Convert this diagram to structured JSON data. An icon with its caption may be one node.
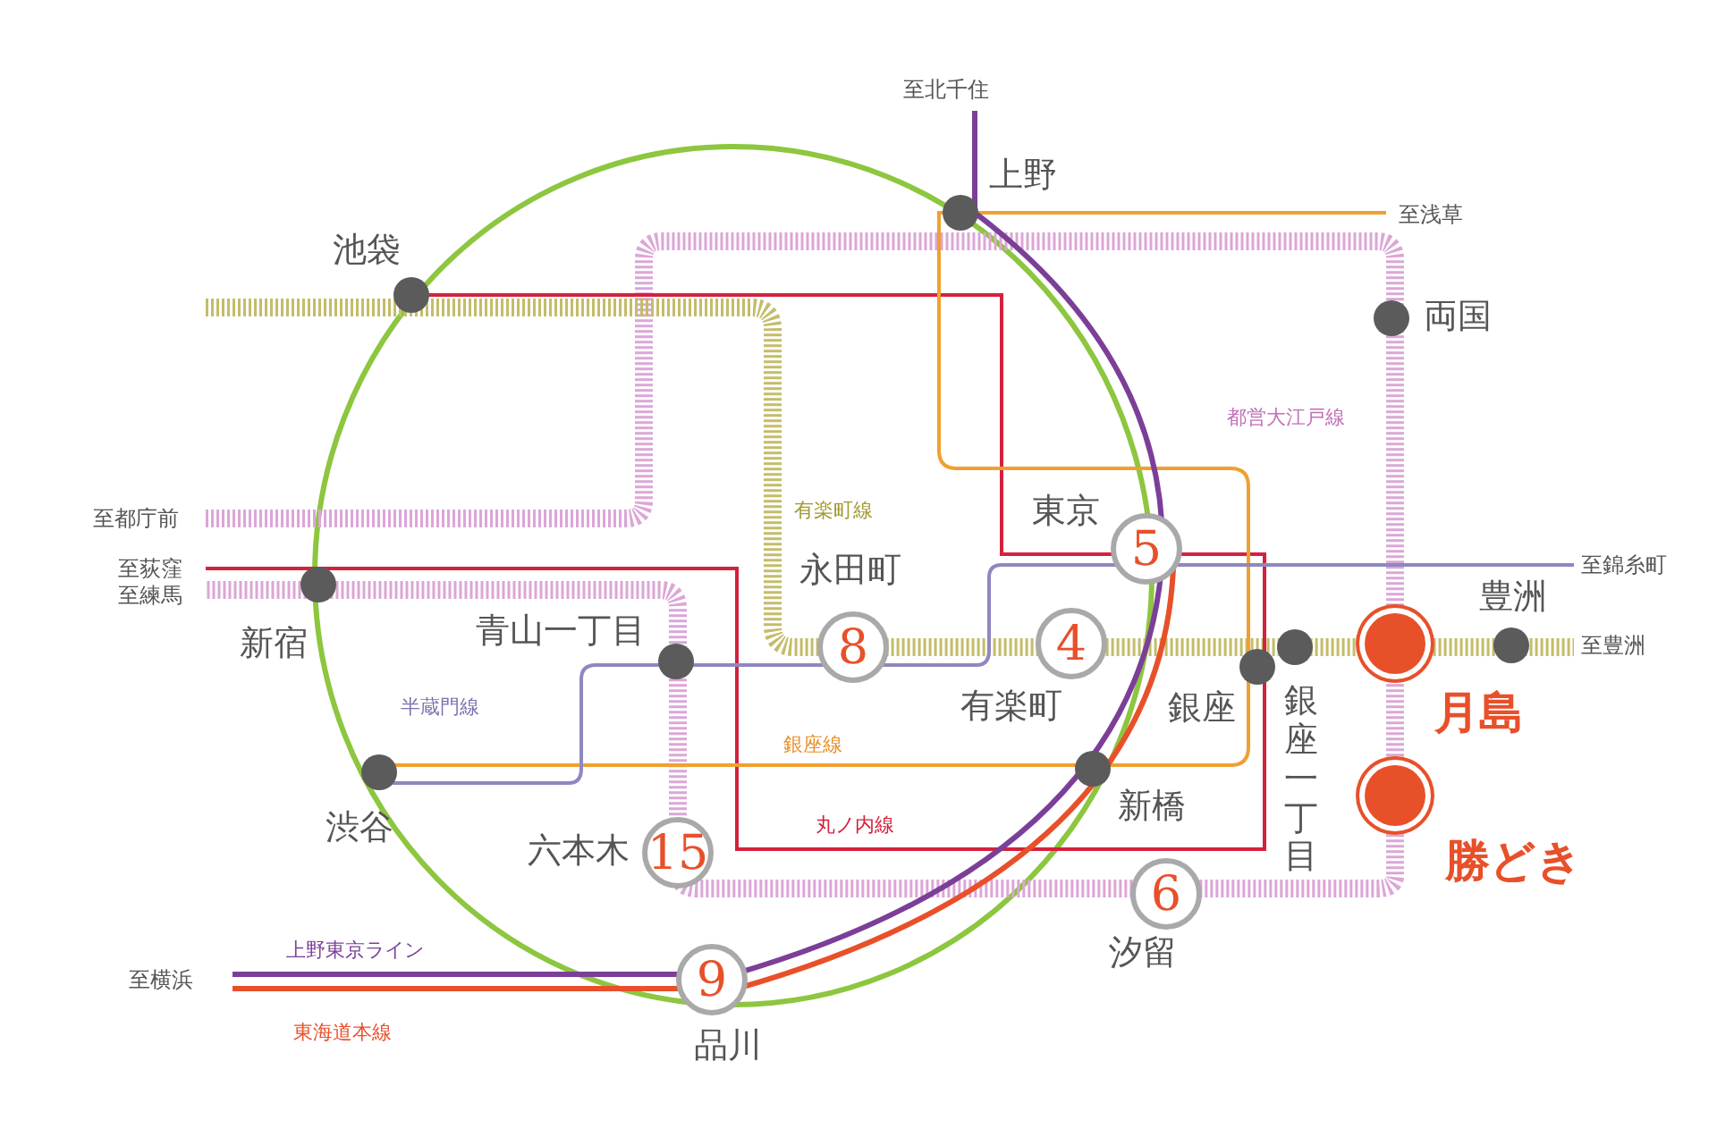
{
  "diagram": {
    "nodes": [
      {
        "text": [],
        "shape": "circle",
        "beside": [
          "上野"
        ]
      },
      {
        "text": [],
        "shape": "circle",
        "beside": [
          "池袋"
        ]
      },
      {
        "text": [],
        "shape": "circle",
        "beside": [
          "両国"
        ]
      },
      {
        "text": [],
        "shape": "circle",
        "beside": [
          "新宿"
        ]
      },
      {
        "text": [
          "5"
        ],
        "beside": [
          "東京"
        ]
      },
      {
        "text": [
          "8"
        ],
        "beside": [
          "永田町"
        ]
      },
      {
        "text": [
          "4"
        ],
        "beside": [
          "有楽町"
        ]
      },
      {
        "text": [],
        "shape": "circle",
        "beside": [
          "青山一丁目"
        ]
      },
      {
        "text": [],
        "shape": "circle",
        "beside": [
          "銀座"
        ]
      },
      {
        "text": [],
        "shape": "circle",
        "beside": [
          "銀座一丁目"
        ]
      },
      {
        "text": [],
        "shape": "circle",
        "beside": [
          "月島"
        ]
      },
      {
        "text": [],
        "shape": "circle",
        "beside": [
          "豊洲"
        ]
      },
      {
        "text": [],
        "shape": "circle",
        "beside": [
          "渋谷"
        ]
      },
      {
        "text": [],
        "shape": "circle",
        "beside": [
          "新橋"
        ]
      },
      {
        "text": [
          "15"
        ],
        "beside": [
          "六本木"
        ]
      },
      {
        "text": [],
        "shape": "circle",
        "beside": [
          "勝どき"
        ]
      },
      {
        "text": [
          "6"
        ],
        "beside": [
          "汐留"
        ]
      },
      {
        "text": [
          "9"
        ],
        "beside": [
          "品川"
        ]
      }
    ],
    "labels": [
      "至北千住",
      "至浅草",
      "至都庁前",
      "至荻窪",
      "至練馬",
      "至錦糸町",
      "至豊洲",
      "至横浜",
      "都営大江戸線",
      "有楽町線",
      "半蔵門線",
      "銀座線",
      "丸ノ内線",
      "上野東京ライン",
      "東海道本線"
    ]
  }
}
